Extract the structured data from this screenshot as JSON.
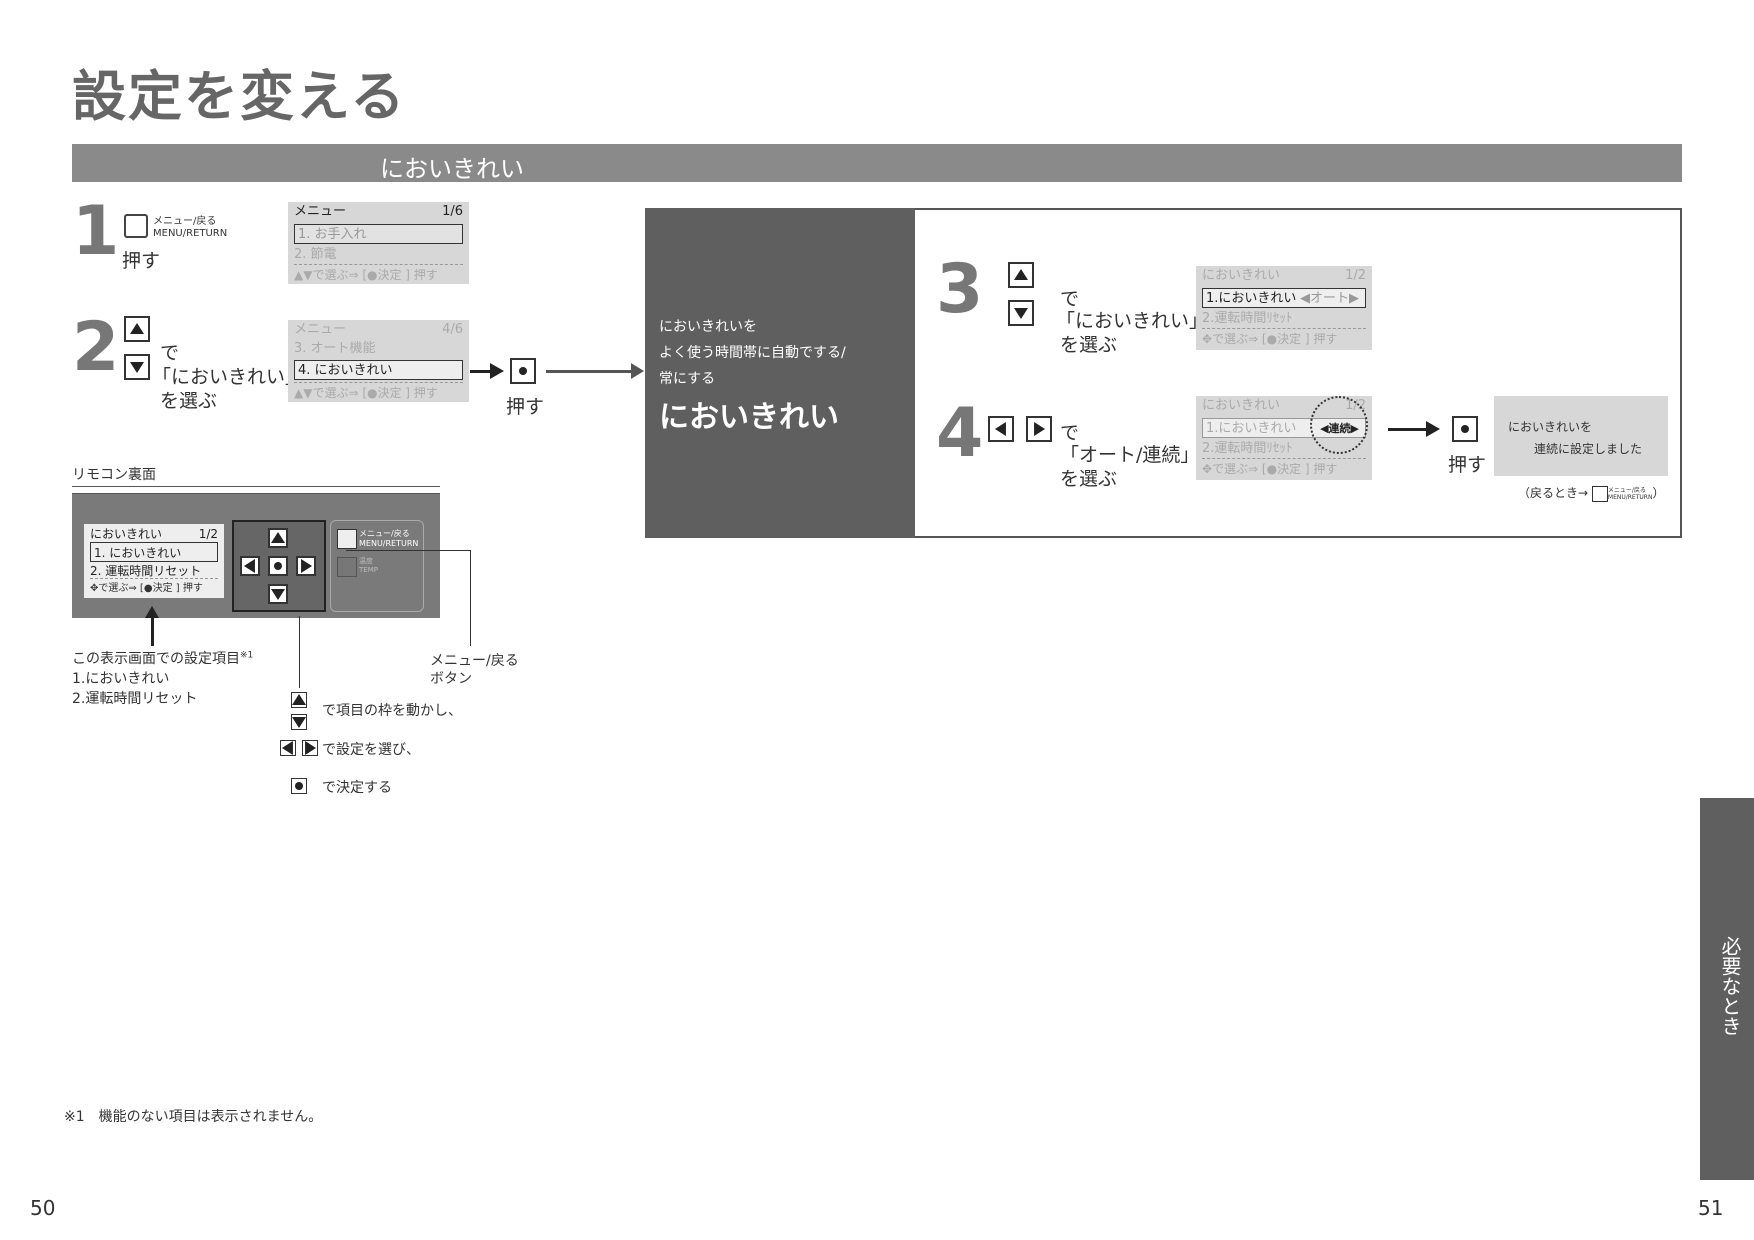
{
  "page_title": "設定を変える",
  "section_title": "においきれい",
  "step1": {
    "num": "1",
    "btn_label_top": "メニュー/戻る",
    "btn_label_bottom": "MENU/RETURN",
    "action": "押す",
    "lcd": {
      "header": "メニュー",
      "page": "1/6",
      "row1": "1. お手入れ",
      "row2": "2. 節電",
      "hint": "▲▼で選ぶ⇒ [●決定 ] 押す"
    }
  },
  "step2": {
    "num": "2",
    "text1": "で",
    "text2": "「においきれい」",
    "text3": "を選ぶ",
    "action": "押す",
    "lcd": {
      "header": "メニュー",
      "page": "4/6",
      "row1": "3. オート機能",
      "row2": "4. においきれい",
      "hint": "▲▼で選ぶ⇒ [●決定 ] 押す"
    }
  },
  "remote": {
    "label": "リモコン裏面",
    "lcd": {
      "header": "においきれい",
      "page": "1/2",
      "row1": "1. においきれい",
      "row2": "2. 運転時間リセット",
      "hint": "✥で選ぶ⇒ [●決定 ] 押す"
    },
    "menu_btn_top": "メニュー/戻る",
    "menu_btn_bottom": "MENU/RETURN",
    "temp_top": "温度",
    "temp_bottom": "TEMP",
    "caption_title": "この表示画面での設定項目",
    "caption_note": "※1",
    "caption_item1": "1.においきれい",
    "caption_item2": "2.運転時間リセット",
    "menu_caption_1": "メニュー/戻る",
    "menu_caption_2": "ボタン",
    "legend1": "で項目の枠を動かし、",
    "legend2": "で設定を選び、",
    "legend3": "で決定する"
  },
  "dark_panel": {
    "line1": "においきれいを",
    "line2": "よく使う時間帯に自動でする/",
    "line3": "常にする",
    "title": "においきれい"
  },
  "step3": {
    "num": "3",
    "text1": "で",
    "text2": "「においきれい」",
    "text3": "を選ぶ",
    "lcd": {
      "header": "においきれい",
      "page": "1/2",
      "row1": "1.においきれい",
      "row1_val": "◀オート▶",
      "row2": "2.運転時間ﾘｾｯﾄ",
      "hint": "✥で選ぶ⇒ [●決定 ] 押す"
    }
  },
  "step4": {
    "num": "4",
    "text1": "で",
    "text2": "「オート/連続」",
    "text3": "を選ぶ",
    "action": "押す",
    "lcd": {
      "header": "においきれい",
      "page": "1/2",
      "row1": "1.においきれい",
      "row1_val": "◀連続▶",
      "row2": "2.運転時間ﾘｾｯﾄ",
      "hint": "✥で選ぶ⇒ [●決定 ] 押す"
    },
    "result_line1": "においきれいを",
    "result_line2": "連続に設定しました",
    "return_text": "（戻るとき→",
    "return_btn_top": "メニュー/戻る",
    "return_btn_bottom": "MENU/RETURN",
    "return_close": "）"
  },
  "side_tab": "必要なとき",
  "footnote": "※1　機能のない項目は表示されません。",
  "page_left": "50",
  "page_right": "51"
}
